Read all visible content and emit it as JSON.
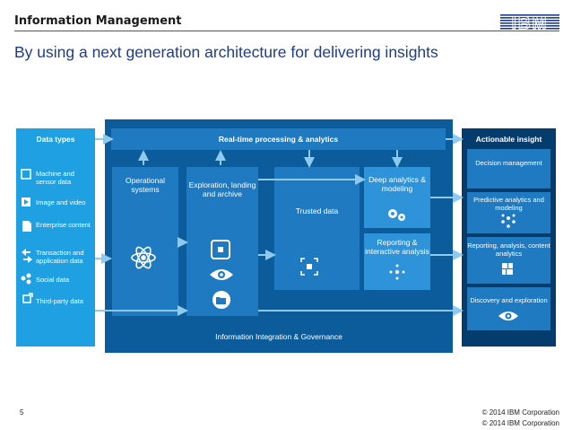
{
  "header": {
    "title": "Information Management",
    "logo_text": "IBM"
  },
  "slide_title": "By using a next generation architecture for delivering insights",
  "left_panel": {
    "title": "Data types",
    "items": [
      {
        "label": "Machine and sensor data",
        "icon": "chip-icon"
      },
      {
        "label": "Image and video",
        "icon": "video-icon"
      },
      {
        "label": "Enterprise content",
        "icon": "document-icon"
      },
      {
        "label": "Transaction and application data",
        "icon": "transaction-icon"
      },
      {
        "label": "Social data",
        "icon": "social-icon"
      },
      {
        "label": "Third-party data",
        "icon": "third-party-icon"
      }
    ]
  },
  "center": {
    "realtime": "Real-time processing & analytics",
    "operational": "Operational systems",
    "exploration": "Exploration, landing and archive",
    "trusted": "Trusted data",
    "deep": "Deep analytics & modeling",
    "reporting": "Reporting & interactive analysis",
    "governance": "Information Integration & Governance"
  },
  "right_panel": {
    "title": "Actionable insight",
    "items": [
      {
        "label": "Decision management"
      },
      {
        "label": "Predictive analytics and modeling",
        "icon": "predictive-icon"
      },
      {
        "label": "Reporting, analysis, content analytics",
        "icon": "report-icon"
      },
      {
        "label": "Discovery and exploration",
        "icon": "eye-icon"
      }
    ]
  },
  "footer": {
    "page_number": "5",
    "copyright_1": "© 2014 IBM Corporation",
    "copyright_2": "© 2014 IBM Corporation"
  },
  "colors": {
    "title_blue": "#1d3c8c",
    "panel_light": "#1fa0e3",
    "panel_dark": "#0c5c9c",
    "panel_darkest": "#053c6e",
    "box_mid": "#1f7ac2",
    "box_light": "#2f93da"
  }
}
